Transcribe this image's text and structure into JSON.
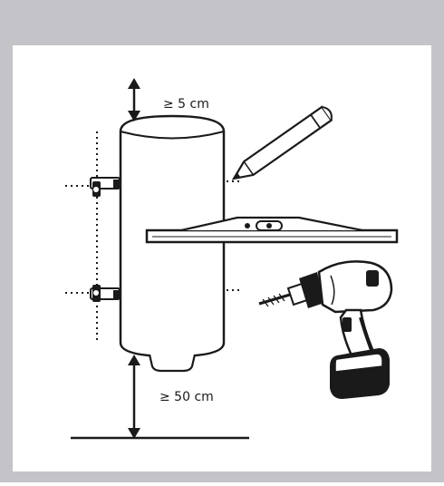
{
  "labels": {
    "top_clearance": "≥ 5 cm",
    "bottom_clearance": "≥ 50 cm"
  },
  "colors": {
    "frame_border": "#c4c4c8",
    "header_bar": "#c4c4c8",
    "ink": "#1a1a1a",
    "background": "#ffffff"
  },
  "icons": {
    "heater": "water-heater-cylinder",
    "pencil": "pencil-icon",
    "level": "spirit-level-icon",
    "drill": "power-drill-icon",
    "bracket": "wall-bracket-icon"
  }
}
